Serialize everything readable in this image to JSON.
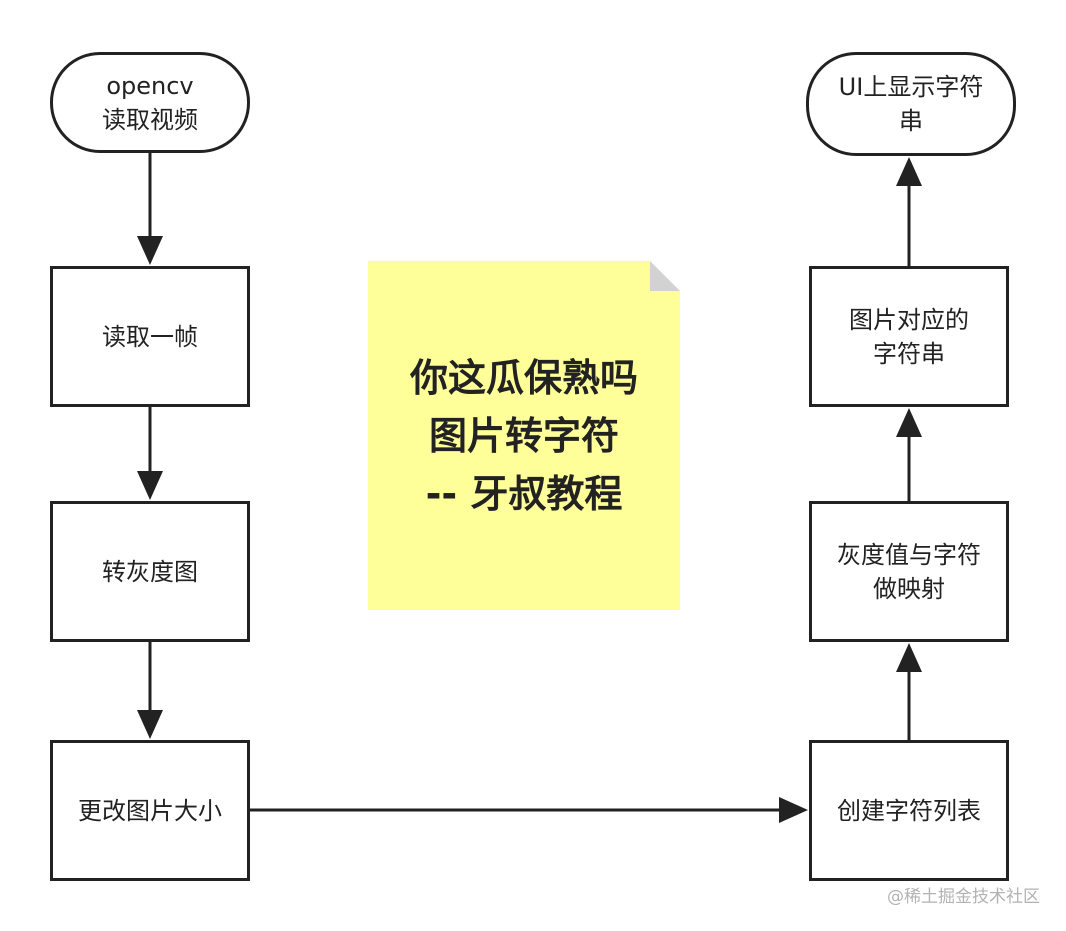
{
  "diagram": {
    "nodes": {
      "n1": "opencv\n读取视频",
      "n2": "读取一帧",
      "n3": "转灰度图",
      "n4": "更改图片大小",
      "n5": "创建字符列表",
      "n6": "灰度值与字符\n做映射",
      "n7": "图片对应的\n字符串",
      "n8": "UI上显示字符\n串"
    },
    "note": "你这瓜保熟吗\n图片转字符\n-- 牙叔教程",
    "watermark": "@稀土掘金技术社区"
  },
  "colors": {
    "stroke": "#222222",
    "note_fill": "#ffff99",
    "note_fold": "#d2d2d2",
    "watermark": "#b3b3b3"
  }
}
